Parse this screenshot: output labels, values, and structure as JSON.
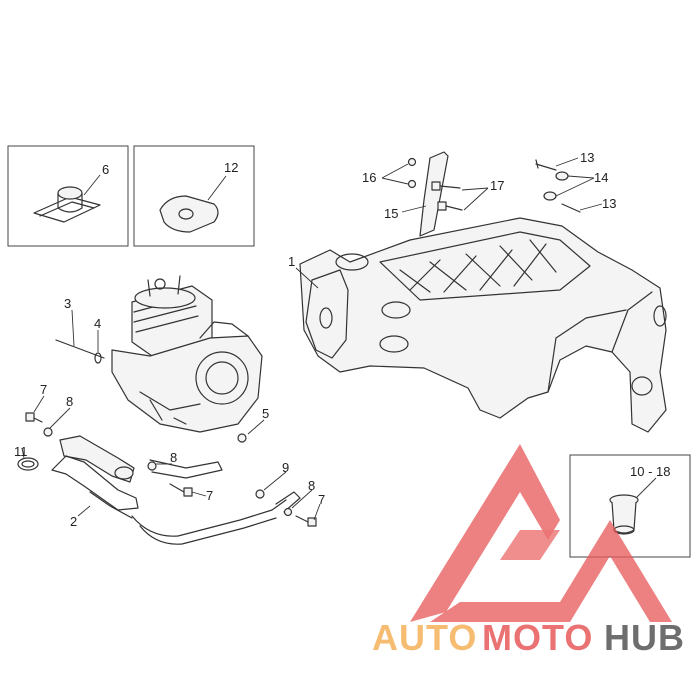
{
  "callouts": {
    "c1": "1",
    "c2": "2",
    "c3": "3",
    "c4": "4",
    "c5": "5",
    "c6": "6",
    "c7a": "7",
    "c7b": "7",
    "c7c": "7",
    "c8a": "8",
    "c8b": "8",
    "c8c": "8",
    "c9": "9",
    "c10_18": "10 - 18",
    "c11": "11",
    "c12": "12",
    "c13a": "13",
    "c13b": "13",
    "c14": "14",
    "c15": "15",
    "c16": "16",
    "c17": "17"
  },
  "watermark": {
    "part1": "AUTO",
    "part2": "MOTO",
    "part3": "HUB",
    "color_orange": "#f5b25a",
    "color_red": "#e85a5a",
    "color_dark": "#555555"
  }
}
